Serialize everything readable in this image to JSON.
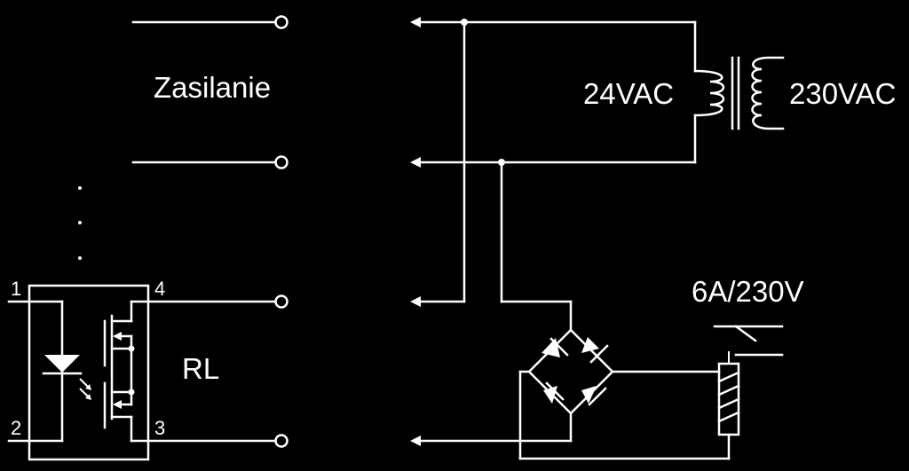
{
  "labels": {
    "supply": "Zasilanie",
    "secondary_voltage": "24VAC",
    "primary_voltage": "230VAC",
    "relay_rating": "6A/230V",
    "ssr_name": "RL",
    "pin1": "1",
    "pin2": "2",
    "pin3": "3",
    "pin4": "4",
    "continuation": ". . ."
  },
  "components": [
    "transformer",
    "bridge-rectifier",
    "relay-coil",
    "relay-contact",
    "solid-state-relay",
    "led",
    "mosfet"
  ],
  "colors": {
    "background": "#000000",
    "line": "#ffffff"
  }
}
